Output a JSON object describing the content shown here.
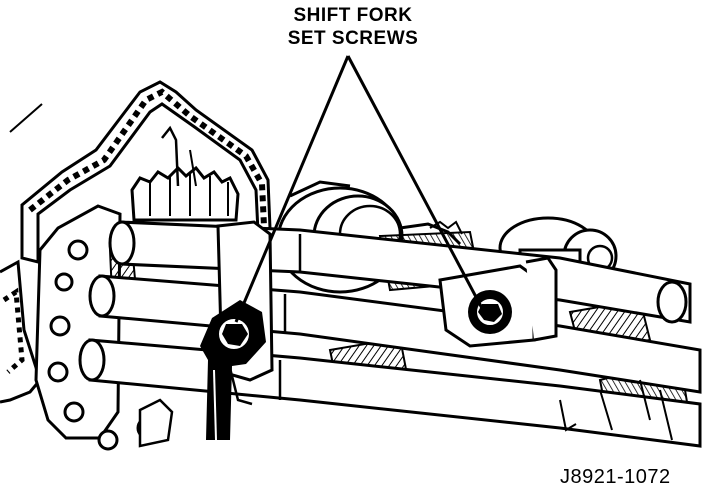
{
  "figure": {
    "callout": {
      "line1": "SHIFT FORK",
      "line2": "SET SCREWS"
    },
    "figure_id": "J8921-1072"
  }
}
